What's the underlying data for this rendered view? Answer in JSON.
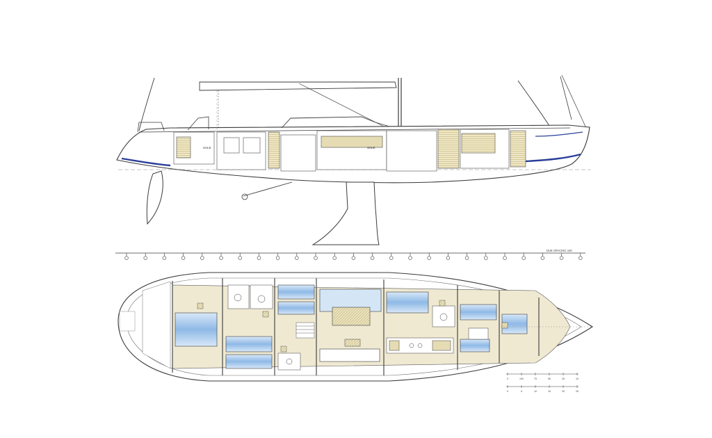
{
  "drawing": {
    "profile_view": {
      "cabin_label_1": "SALE",
      "cabin_label_2": "SALE"
    },
    "station_ruler": {
      "tag": "DUE SPACING 100"
    },
    "scale_bar": {
      "top_ticks": [
        "0",
        "100",
        "75",
        "50",
        "25",
        "10"
      ],
      "bottom_ticks": [
        "0",
        "5",
        "10",
        "15",
        "20",
        "25"
      ]
    },
    "colors": {
      "hull_line": "#3a3a3a",
      "boot_stripe": "#2a3f9a",
      "joinery": "#e6dcb4",
      "berth": "#9ec4ea",
      "sole": "#efe9d2"
    }
  }
}
